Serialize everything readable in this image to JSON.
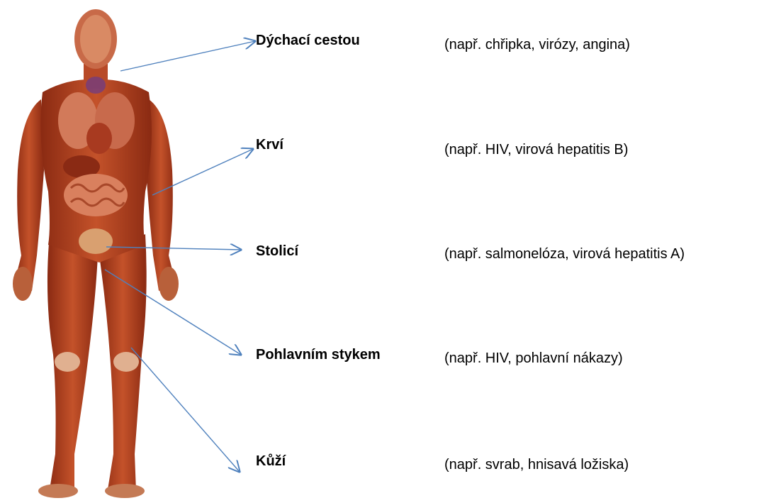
{
  "rows": [
    {
      "route": "Dýchací cestou",
      "example": "(např. chřipka, virózy, angina)"
    },
    {
      "route": "Krví",
      "example": "(např. HIV, virová hepatitis B)"
    },
    {
      "route": "Stolicí",
      "example": "(např. salmonelóza, virová hepatitis A)"
    },
    {
      "route": "Pohlavním stykem",
      "example": "(např. HIV, pohlavní nákazy)"
    },
    {
      "route": "Kůží",
      "example": "(např. svrab, hnisavá ložiska)"
    }
  ],
  "colors": {
    "arrow": "#4f81bd",
    "muscle": "#b8401e",
    "muscle_dark": "#8a2a12",
    "skin": "#e8b08a"
  },
  "icons": {
    "figure": "human-anatomy-illustration"
  }
}
